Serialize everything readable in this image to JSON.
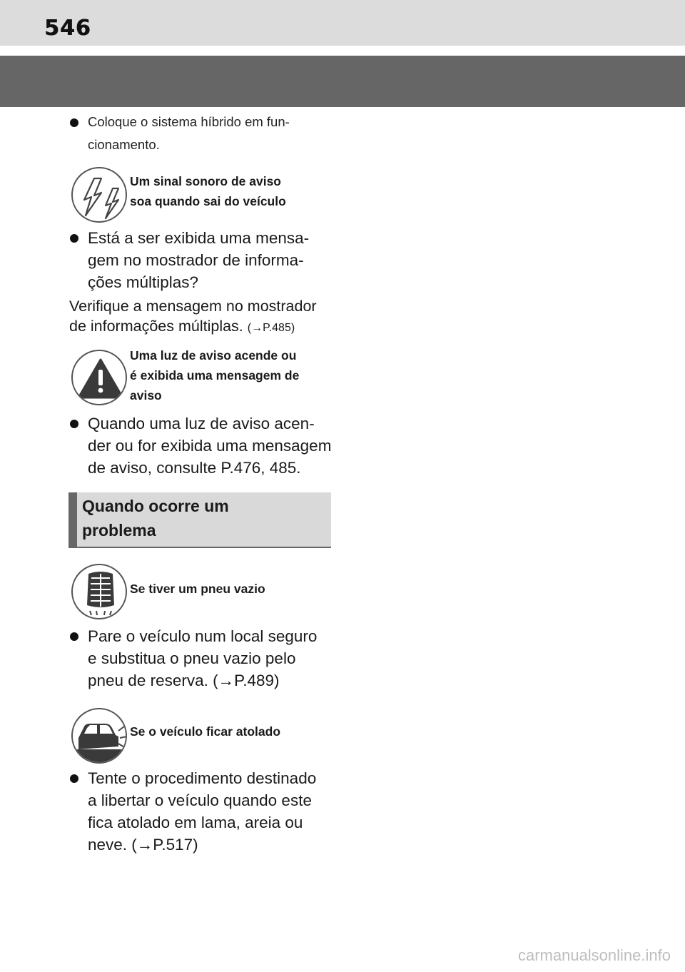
{
  "header": {
    "page_number": "546"
  },
  "items": {
    "b1_l1": "Coloque o sistema híbrido em fun-",
    "b1_l2": "cionamento.",
    "icon1_l1": "Um sinal sonoro de aviso",
    "icon1_l2": "soa quando sai do veículo",
    "b2_l1": "Está a ser exibida uma mensa-",
    "b2_l2": "gem no mostrador de informa-",
    "b2_l3": "ções múltiplas?",
    "p_l1": "Verifique a mensagem no mostrador",
    "p_l2": "de informações múltiplas.",
    "p_ref": "(→P.485)",
    "icon2_l1": "Uma luz de aviso acende ou",
    "icon2_l2": "é exibida uma mensagem de",
    "icon2_l3": "aviso",
    "b3_l1": "Quando uma luz de aviso acen-",
    "b3_l2": "der ou for exibida uma mensagem",
    "b3_l3": "de aviso, consulte P.476, 485."
  },
  "section": {
    "title_l1": "Quando ocorre um",
    "title_l2": "problema"
  },
  "items2": {
    "icon3_l1": "Se tiver um pneu vazio",
    "b4_l1": "Pare o veículo num local seguro",
    "b4_l2": "e substitua o pneu vazio pelo",
    "b4_l3": "pneu de reserva. (→P.489)",
    "icon4_l1": "Se o veículo ficar atolado",
    "b5_l1": "Tente o procedimento destinado",
    "b5_l2": "a libertar o veículo quando este",
    "b5_l3": "fica atolado em lama, areia ou",
    "b5_l4": "neve. (→P.517)"
  },
  "icons": {
    "icon1": "lightning-sound-icon",
    "icon2": "warning-exclamation-icon",
    "icon3": "flat-tire-icon",
    "icon4": "stuck-car-icon"
  },
  "colors": {
    "header_band": "#dcdcdc",
    "dark_band": "#666666",
    "section_bg": "#d9d9d9"
  },
  "watermark": "carmanualsonline.info"
}
